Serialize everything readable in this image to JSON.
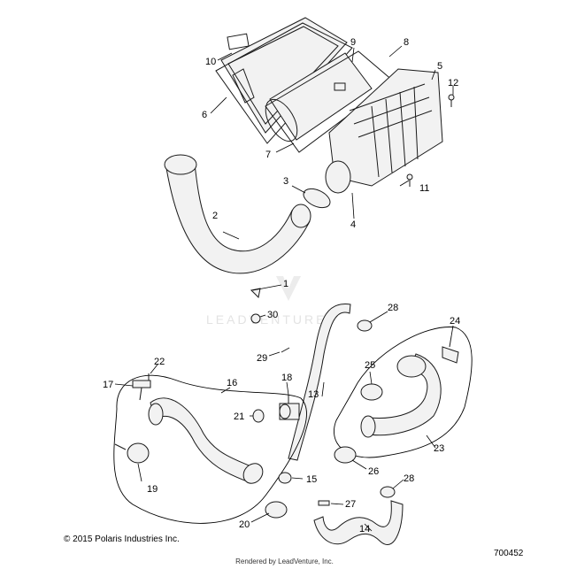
{
  "watermark": "LEADVENTURE",
  "footer": {
    "copyright": "© 2015 Polaris Industries Inc.",
    "diagram_id": "700452",
    "rendered_by": "Rendered by LeadVenture, Inc."
  },
  "callouts": {
    "c1": "1",
    "c2": "2",
    "c3": "3",
    "c4": "4",
    "c5": "5",
    "c6": "6",
    "c7": "7",
    "c8": "8",
    "c9": "9",
    "c10": "10",
    "c11": "11",
    "c12": "12",
    "c13": "13",
    "c14": "14",
    "c15": "15",
    "c16": "16",
    "c17": "17",
    "c18": "18",
    "c19": "19",
    "c20": "20",
    "c21": "21",
    "c22": "22",
    "c23": "23",
    "c24": "24",
    "c25": "25",
    "c26": "26",
    "c27": "27",
    "c28a": "28",
    "c28b": "28",
    "c29": "29",
    "c30": "30"
  }
}
